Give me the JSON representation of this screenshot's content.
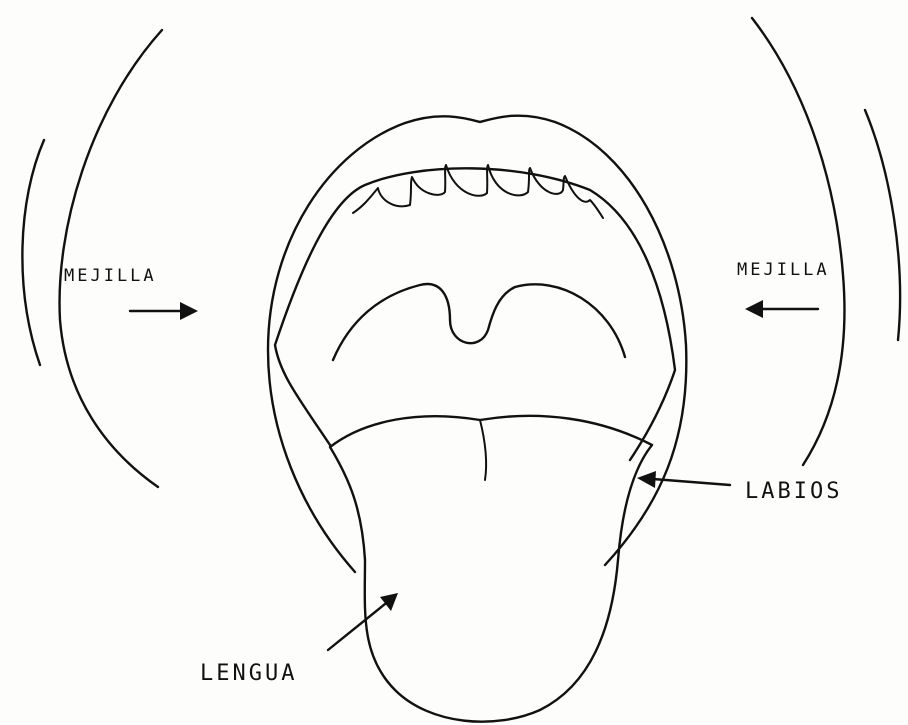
{
  "labels": {
    "left_cheek": "MEJILLA",
    "right_cheek": "MEJILLA",
    "lips": "LABIOS",
    "tongue": "LENGUA"
  },
  "colors": {
    "ink": "#111111",
    "paper": "#fdfdfc"
  }
}
